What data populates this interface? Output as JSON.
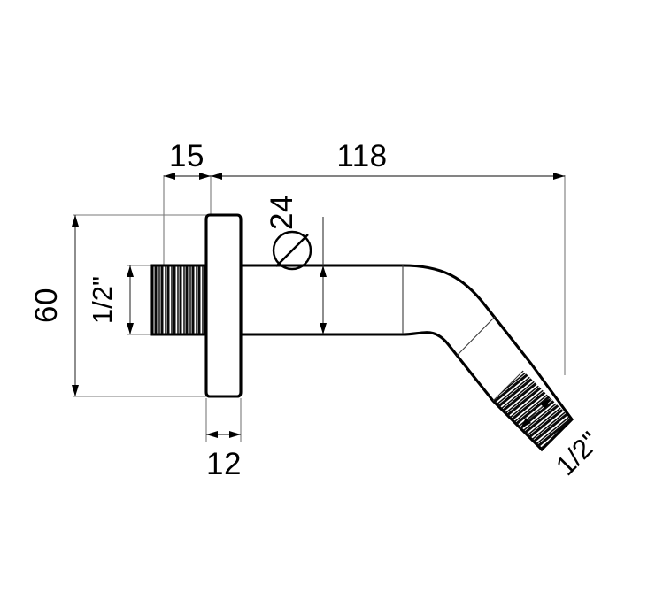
{
  "drawing": {
    "title": "Wall-mounted shower arm technical drawing",
    "background_color": "#ffffff",
    "line_color": "#000000",
    "dimension_line_color": "#3a3a3a",
    "extension_line_color": "#7a7a7a"
  },
  "dimensions": {
    "flange_offset": {
      "label": "15",
      "name": "flange-offset-dimension",
      "orientation": "horizontal",
      "position": "top"
    },
    "projection_length": {
      "label": "118",
      "name": "projection-length-dimension",
      "orientation": "horizontal",
      "position": "top"
    },
    "pipe_diameter": {
      "label": "24",
      "prefix_symbol": "diameter-symbol",
      "name": "pipe-diameter-dimension",
      "orientation": "vertical-rotated",
      "position": "center"
    },
    "flange_diameter": {
      "label": "60",
      "name": "flange-diameter-dimension",
      "orientation": "vertical-rotated",
      "position": "left"
    },
    "flange_thickness": {
      "label": "12",
      "name": "flange-thickness-dimension",
      "orientation": "horizontal",
      "position": "bottom"
    },
    "inlet_thread": {
      "label": "1/2\"",
      "name": "inlet-thread-size-dimension",
      "orientation": "vertical-rotated",
      "position": "inlet"
    },
    "outlet_thread": {
      "label": "1/2\"",
      "name": "outlet-thread-size-dimension",
      "orientation": "angled",
      "position": "outlet"
    }
  }
}
